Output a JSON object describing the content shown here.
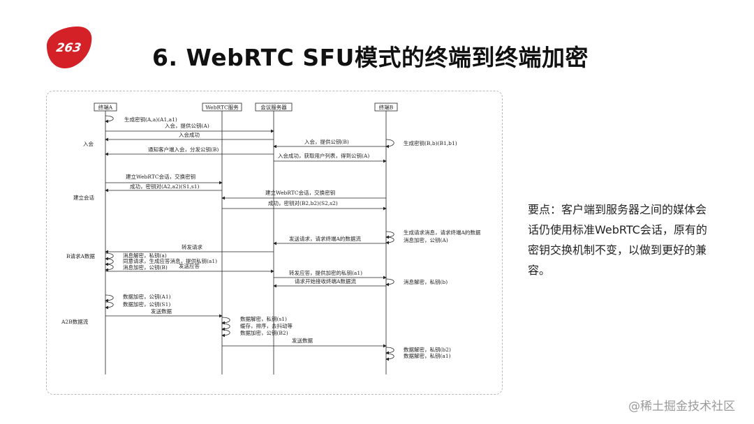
{
  "header": {
    "logo_text": "263",
    "title": "6. WebRTC SFU模式的终端到终端加密"
  },
  "participants": [
    "终端A",
    "WebRTC服务",
    "会议服务器",
    "终端B"
  ],
  "phases": {
    "join": "入会",
    "session": "建立会话",
    "key_request": "B请求A数据",
    "data": "A2B数据流"
  },
  "messages": [
    "生成密钥(A,a)(A1,a1)",
    "入会，提供公钥(A)",
    "入会成功",
    "入会，提供公钥(B)",
    "生成密钥(B,b)(B1,b1)",
    "通知客户端入会，分发公钥(B)",
    "入会成功，获取用户列表，得到公钥(A)",
    "建立WebRTC会话，交换密钥",
    "成功，密钥对(A2,a2)(S1,s1)",
    "建立WebRTC会话，交换密钥",
    "成功，密钥对(B2,b2)(S2,s2)",
    "生成请求消息，请求终端A的数据",
    "消息加密，公钥(A)",
    "发送请求，请求终端A的数据流",
    "转发请求",
    "消息解密，私钥(a)",
    "同意请求，生成应答消息，提供私钥(a1)",
    "消息加密，公钥(B)",
    "发送应答",
    "转发应答，提供加密的私钥(a1)",
    "请求开始接收终端A数据流",
    "消息解密，私钥(b)",
    "数据加密，公钥(A1)",
    "数据加密，公钥(S1)",
    "发送数据",
    "数据解密，私钥(s1)",
    "缓存，排序，去抖动等",
    "数据加密，公钥(B2)",
    "发送数据",
    "数据解密，私钥(b2)",
    "数据解密，私钥(a1)"
  ],
  "note": "要点：客户端到服务器之间的媒体会话仍使用标准WebRTC会话，原有的密钥交换机制不变，以做到更好的兼容。",
  "watermark": "@稀土掘金技术社区",
  "colors": {
    "logo_red": "#d42027",
    "text": "#222222",
    "border": "#b9b9b9"
  }
}
